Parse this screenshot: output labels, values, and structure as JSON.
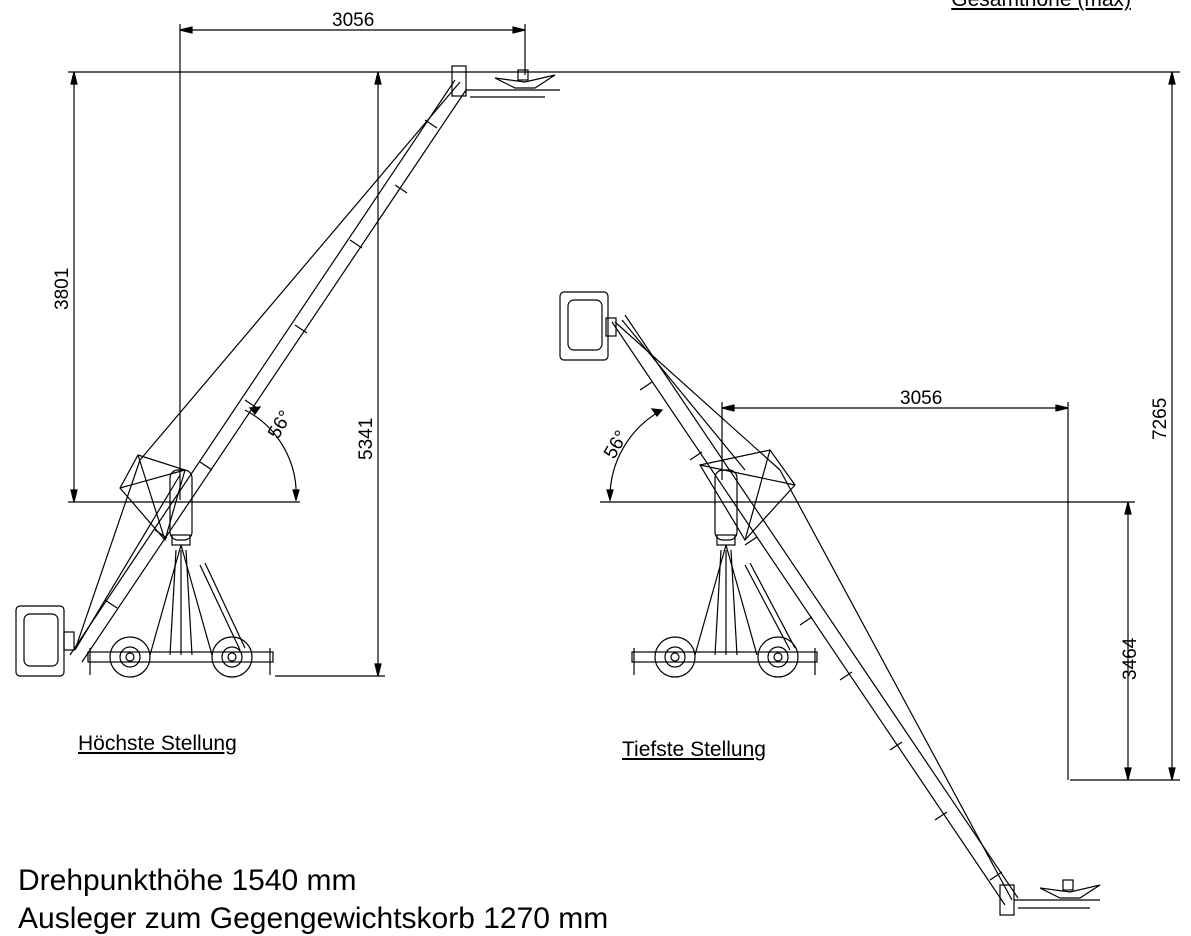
{
  "dimensions": {
    "left_horizontal": "3056",
    "left_vertical_upper": "3801",
    "left_vertical_total": "5341",
    "left_angle": "56°",
    "right_horizontal": "3056",
    "right_vertical": "3464",
    "right_angle": "56°",
    "overall_height": "7265"
  },
  "captions": {
    "highest_position": "Höchste Stellung",
    "lowest_position": "Tiefste Stellung"
  },
  "specs": {
    "pivot_height": "Drehpunkthöhe 1540 mm",
    "boom_to_counterweight": "Ausleger zum Gegengewichtskorb  1270 mm"
  },
  "partial_top_text": "Gesamthöhe (max)"
}
